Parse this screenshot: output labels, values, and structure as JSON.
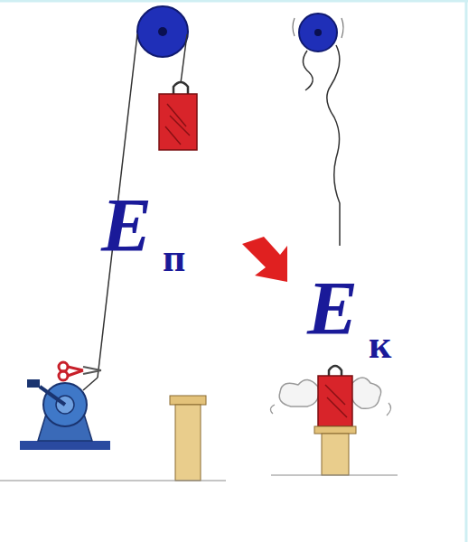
{
  "diagram": {
    "labels": [
      "Е",
      "п",
      "Е",
      "к"
    ]
  }
}
